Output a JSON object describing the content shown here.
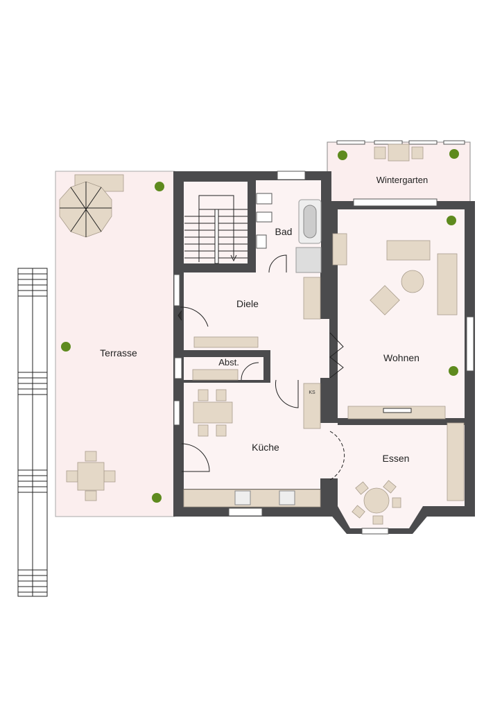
{
  "rooms": {
    "terrasse": "Terrasse",
    "diele": "Diele",
    "bad": "Bad",
    "wintergarten": "Wintergarten",
    "wohnen": "Wohnen",
    "abstellraum": "Abst.",
    "kueche": "Küche",
    "essen": "Essen"
  },
  "appliances": {
    "fridge": "KS"
  },
  "colors": {
    "floor": "#fcf3f3",
    "wall": "#4b4b4d",
    "furniture": "#e4d8c7"
  }
}
